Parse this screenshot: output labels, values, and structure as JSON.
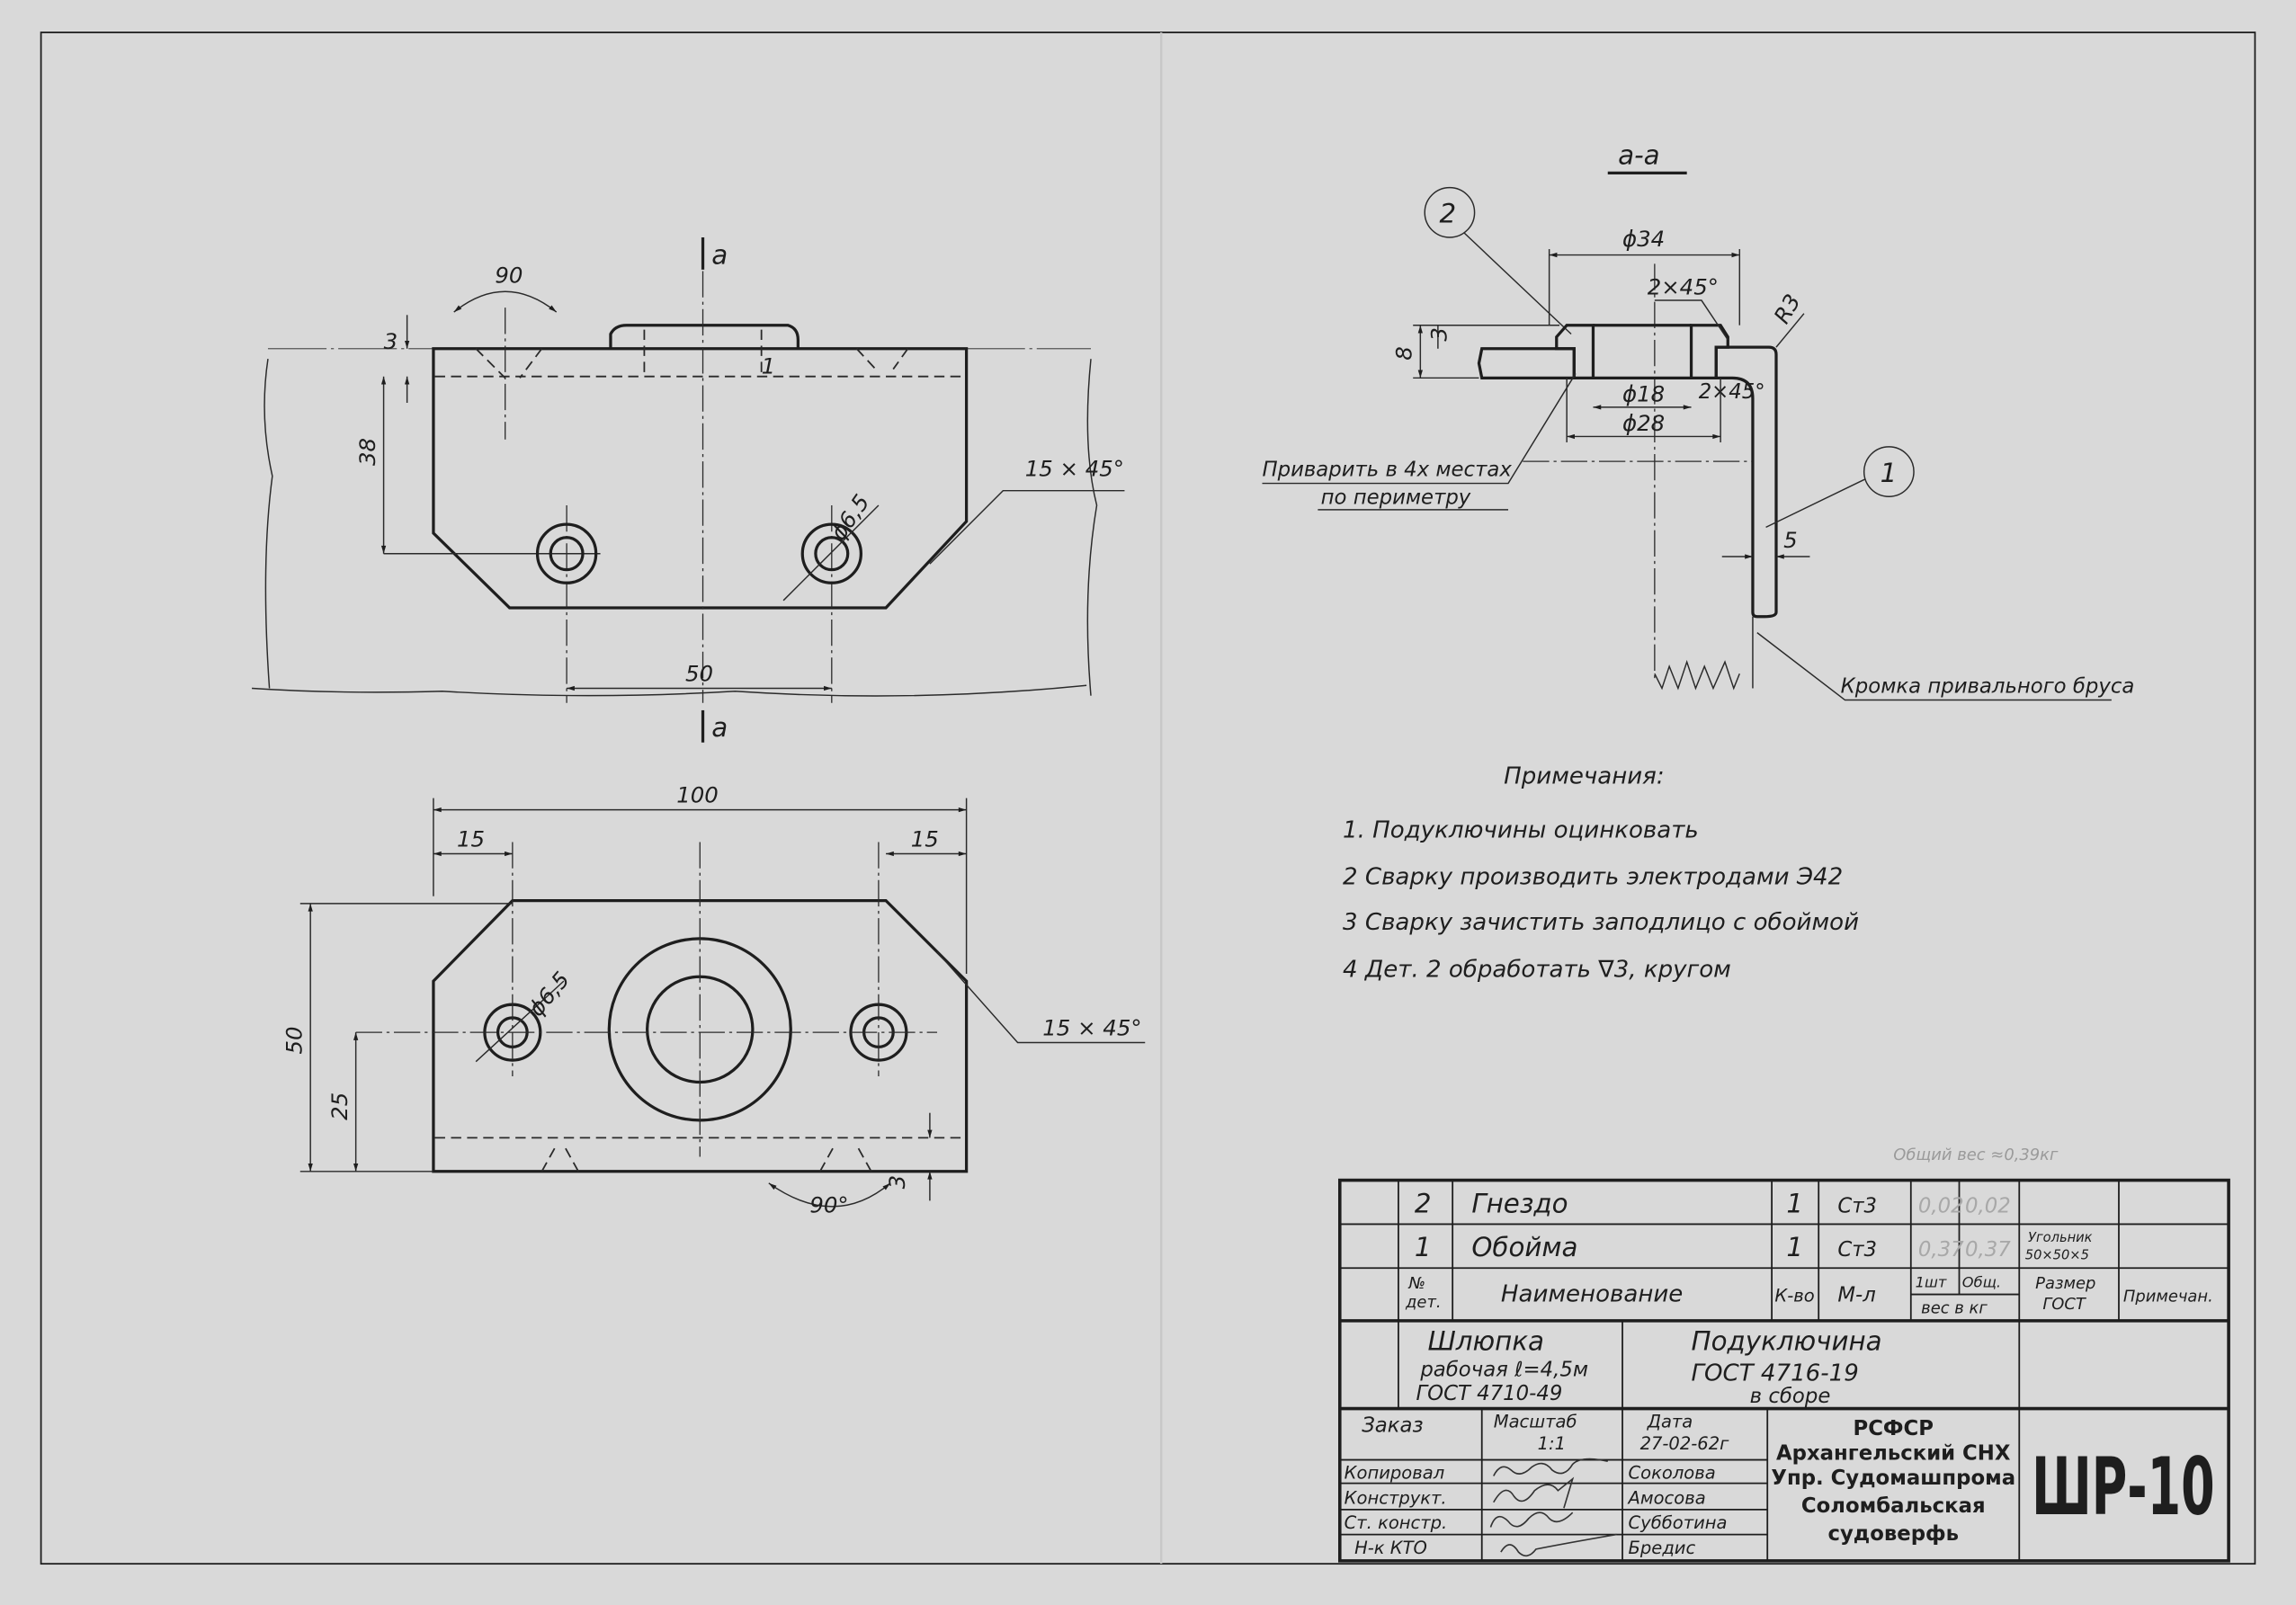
{
  "top_view": {
    "section_mark_top": "а",
    "section_mark_bottom": "а",
    "angle": "90",
    "depth": "3",
    "height": "38",
    "hole_spacing": "50",
    "chamfer": "15 × 45°",
    "hole_dia": "ϕ6,5",
    "small_mark": "1"
  },
  "bottom_view": {
    "width": "100",
    "offset_left": "15",
    "offset_right": "15",
    "height": "50",
    "hole_height": "25",
    "chamfer": "15 × 45°",
    "hole_dia": "ϕ6,5",
    "angle": "90°",
    "depth": "3"
  },
  "section": {
    "title": "а-а",
    "callout_2": "2",
    "callout_1": "1",
    "d34": "ϕ34",
    "chamfer_top": "2×45°",
    "radius": "R3",
    "h8": "8",
    "h3": "3",
    "d18": "ϕ18",
    "chamfer_small": "2×45°",
    "d28": "ϕ28",
    "weld_note_1": "Приварить в 4х местах",
    "weld_note_2": "по периметру",
    "thickness": "5",
    "edge_note": "Кромка привального бруса"
  },
  "notes": {
    "heading": "Примечания:",
    "items": [
      "1. Подуключины оцинковать",
      "2  Сварку производить электродами Э42",
      "3  Сварку зачистить  заподлицо с обоймой",
      "4  Дет. 2 обработать  ∇3, кругом"
    ]
  },
  "pencil_note": "Общий вес ≈0,39кг",
  "parts_list": {
    "rows": [
      {
        "no": "2",
        "name": "Гнездо",
        "qty": "1",
        "material": "Ст3",
        "weight_unit": "0,02",
        "weight_total": "0,02",
        "size": "",
        "remark": ""
      },
      {
        "no": "1",
        "name": "Обойма",
        "qty": "1",
        "material": "Ст3",
        "weight_unit": "0,37",
        "weight_total": "0,37",
        "size_1": "Угольник",
        "size_2": "50×50×5",
        "remark": ""
      }
    ],
    "header": {
      "no_1": "№",
      "no_2": "дет.",
      "name": "Наименование",
      "qty": "К-во",
      "material": "М-л",
      "weight_unit": "1шт",
      "weight_total": "Общ.",
      "weight": "вес в кг",
      "size_1": "Размер",
      "size_2": "ГОСТ",
      "remark": "Примечан."
    }
  },
  "title_block": {
    "object_1": "Шлюпка",
    "object_2": "рабочая ℓ=4,5м",
    "object_3": "ГОСТ 4710-49",
    "part_1": "Подуключина",
    "part_2": "ГОСТ  4716-19",
    "part_3": "в сборе",
    "order_label": "Заказ",
    "scale_label": "Масштаб",
    "scale": "1:1",
    "date_label": "Дата",
    "date": "27-02-62г",
    "roles": [
      {
        "role": "Копировал",
        "name": "Соколова"
      },
      {
        "role": "Конструкт.",
        "name": "Амосова"
      },
      {
        "role": "Ст. констр.",
        "name": "Субботина"
      },
      {
        "role": "Н-к КТО",
        "name": "Бредис"
      }
    ],
    "org_1": "РСФСР",
    "org_2": "Архангельский СНХ",
    "org_3": "Упр. Судомашпрома",
    "org_4": "Соломбальская",
    "org_5": "судоверфь",
    "code": "ШР-10"
  }
}
